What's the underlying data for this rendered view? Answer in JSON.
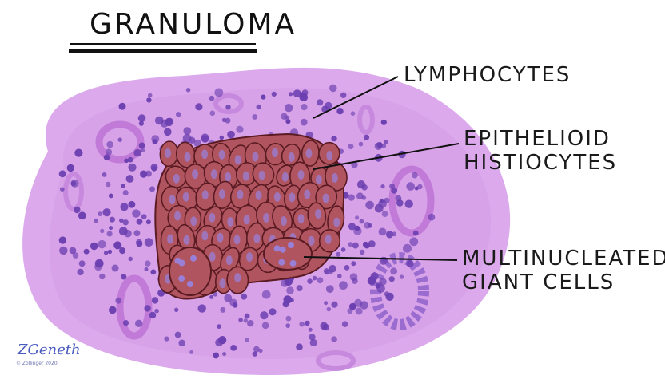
{
  "title": "GRANULOMA",
  "labels": {
    "lymphocytes": "LYMPHOCYTES",
    "epithelioid_line1": "EPITHELIOID",
    "epithelioid_line2": "HISTIOCYTES",
    "giant_line1": "MULTINUCLEATED",
    "giant_line2": "GIANT CELLS"
  },
  "signature": "ZGeneth",
  "copyright": "© Zollinger 2020",
  "colors": {
    "tissue": "#d9a8ea",
    "tissue_dark": "#c58fdf",
    "lymphocyte": "#6b3fb0",
    "cell_fill": "#b0555f",
    "cell_outline": "#5a1a22",
    "nucleus": "#9a7fd6"
  }
}
